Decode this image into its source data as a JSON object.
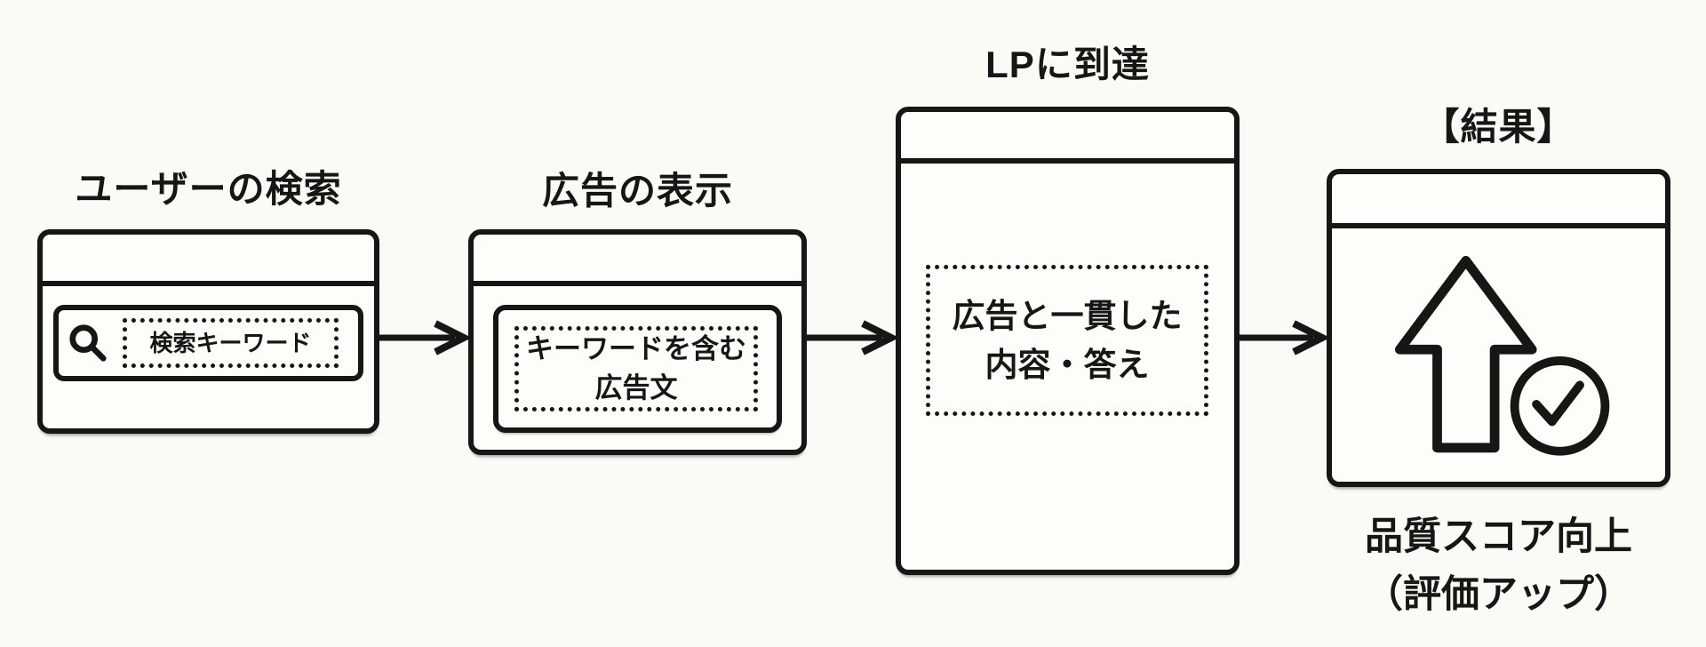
{
  "diagram": {
    "background_color": "#fafaf7",
    "line_color": "#161616",
    "steps": [
      {
        "id": "user-search",
        "title": "ユーザーの検索",
        "icon": "search-magnifier-icon",
        "keyword_label": "検索キーワード"
      },
      {
        "id": "ad-display",
        "title": "広告の表示",
        "ad_copy_line1": "キーワードを含む",
        "ad_copy_line2": "広告文"
      },
      {
        "id": "lp-arrival",
        "title": "LPに到達",
        "content_line1": "広告と一貫した",
        "content_line2": "内容・答え"
      },
      {
        "id": "result",
        "title": "【結果】",
        "icon_arrow": "up-arrow-icon",
        "icon_check": "check-circle-icon",
        "caption_line1": "品質スコア向上",
        "caption_line2": "（評価アップ）"
      }
    ]
  }
}
